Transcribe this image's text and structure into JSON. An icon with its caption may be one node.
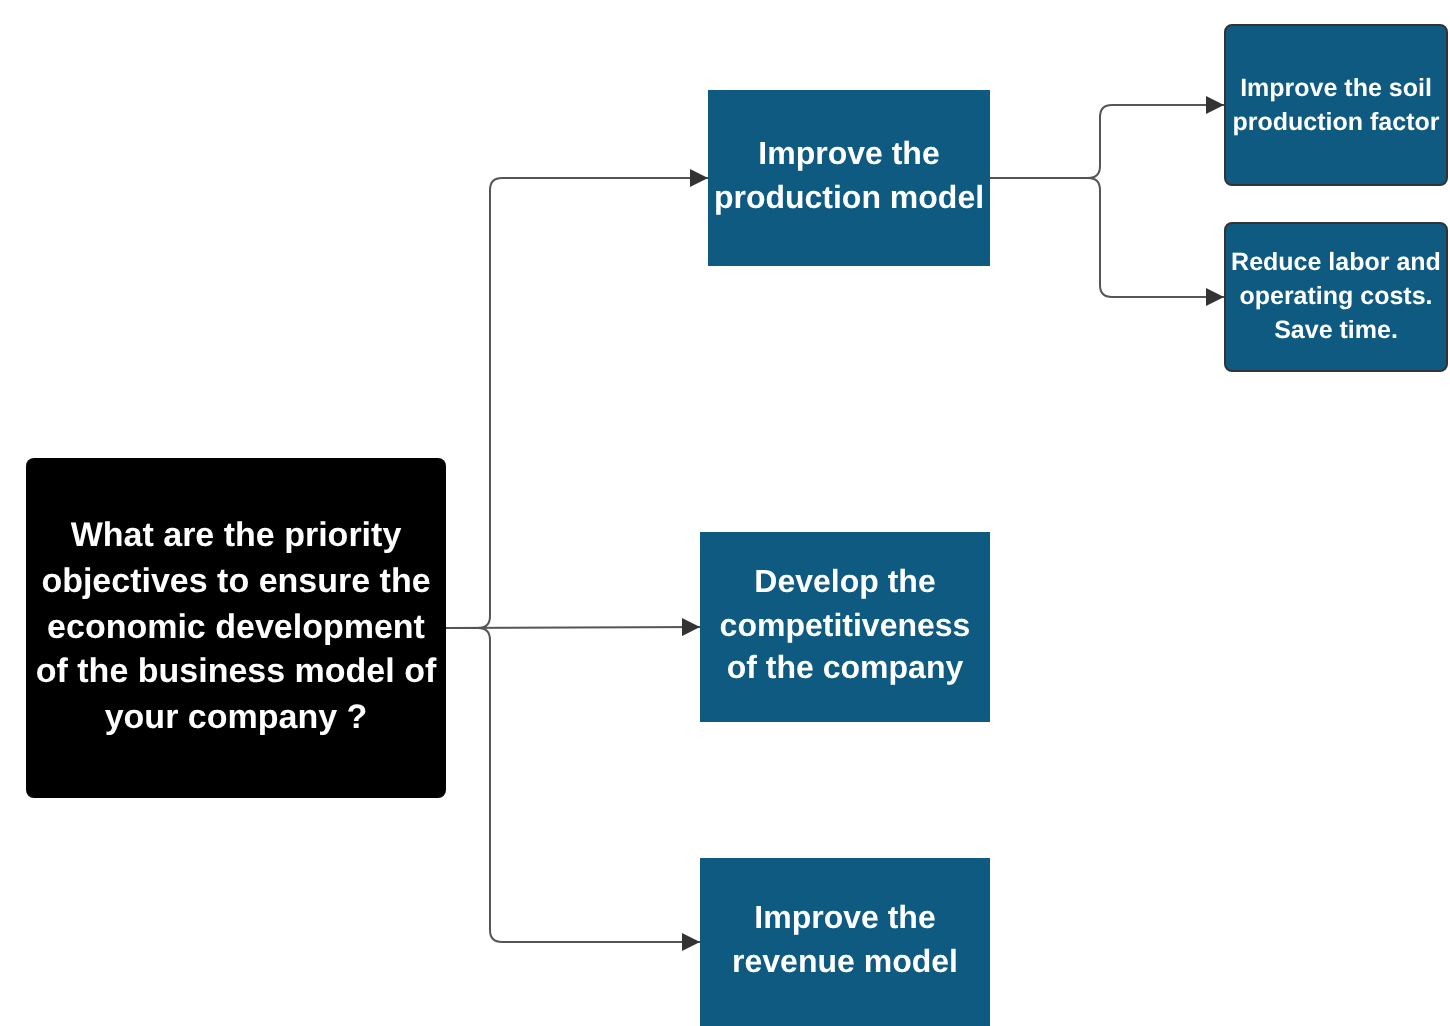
{
  "diagram": {
    "nodes": [
      {
        "text": [
          "What are the priority objectives to ensure the economic development of the business model of your company ?"
        ]
      },
      {
        "text": [
          "Improve the production model"
        ]
      },
      {
        "text": [
          "Improve the soil production factor"
        ]
      },
      {
        "text": [
          "Reduce labor and operating costs.  Save time."
        ]
      },
      {
        "text": [
          "Develop the competitiveness of the company"
        ]
      },
      {
        "text": [
          "Improve  the revenue model"
        ]
      }
    ],
    "edges": [
      {
        "from": 0,
        "to": 1,
        "arrow": "to"
      },
      {
        "from": 0,
        "to": 4,
        "arrow": "to"
      },
      {
        "from": 0,
        "to": 5,
        "arrow": "to"
      },
      {
        "from": 1,
        "to": 2,
        "arrow": "to"
      },
      {
        "from": 1,
        "to": 3,
        "arrow": "to"
      }
    ]
  }
}
